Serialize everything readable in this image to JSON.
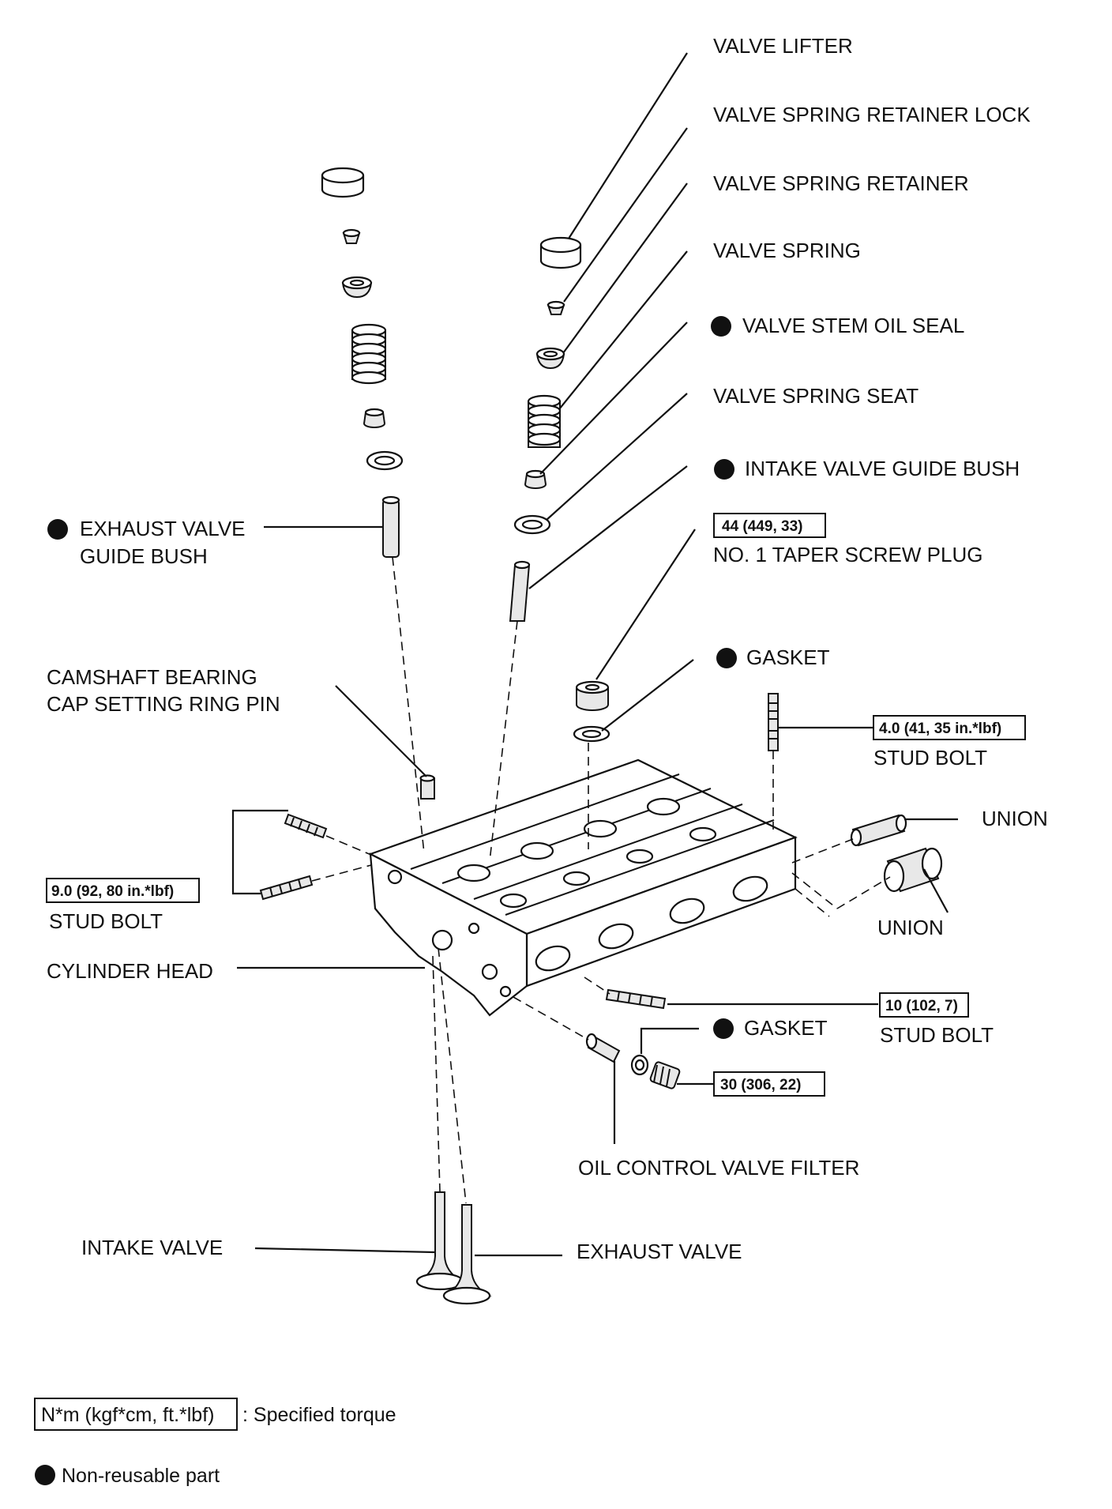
{
  "labels": {
    "valve_lifter": "VALVE LIFTER",
    "valve_spring_retainer_lock": "VALVE SPRING RETAINER LOCK",
    "valve_spring_retainer": "VALVE SPRING RETAINER",
    "valve_spring": "VALVE SPRING",
    "valve_stem_oil_seal": "VALVE STEM OIL SEAL",
    "valve_spring_seat": "VALVE SPRING SEAT",
    "intake_valve_guide_bush": "INTAKE VALVE GUIDE BUSH",
    "exhaust_valve_guide_bush_1": "EXHAUST VALVE",
    "exhaust_valve_guide_bush_2": "GUIDE BUSH",
    "taper_screw_plug": "NO. 1 TAPER SCREW PLUG",
    "gasket_upper": "GASKET",
    "camshaft_pin_1": "CAMSHAFT BEARING",
    "camshaft_pin_2": "CAP SETTING RING PIN",
    "stud_bolt_right": "STUD BOLT",
    "union_upper": "UNION",
    "stud_bolt_left": "STUD BOLT",
    "union_lower": "UNION",
    "cylinder_head": "CYLINDER HEAD",
    "gasket_lower": "GASKET",
    "stud_bolt_lower": "STUD BOLT",
    "oil_control_valve_filter": "OIL CONTROL VALVE FILTER",
    "intake_valve": "INTAKE VALVE",
    "exhaust_valve": "EXHAUST VALVE"
  },
  "torques": {
    "taper_plug": "44 (449, 33)",
    "stud_bolt_right": "4.0 (41, 35 in.*lbf)",
    "stud_bolt_left": "9.0 (92, 80 in.*lbf)",
    "stud_bolt_lower": "10 (102, 7)",
    "filter_plug": "30 (306, 22)"
  },
  "legend": {
    "torque_unit": "N*m (kgf*cm, ft.*lbf)",
    "torque_desc": ": Specified torque",
    "nonreusable_desc": "Non-reusable part"
  }
}
